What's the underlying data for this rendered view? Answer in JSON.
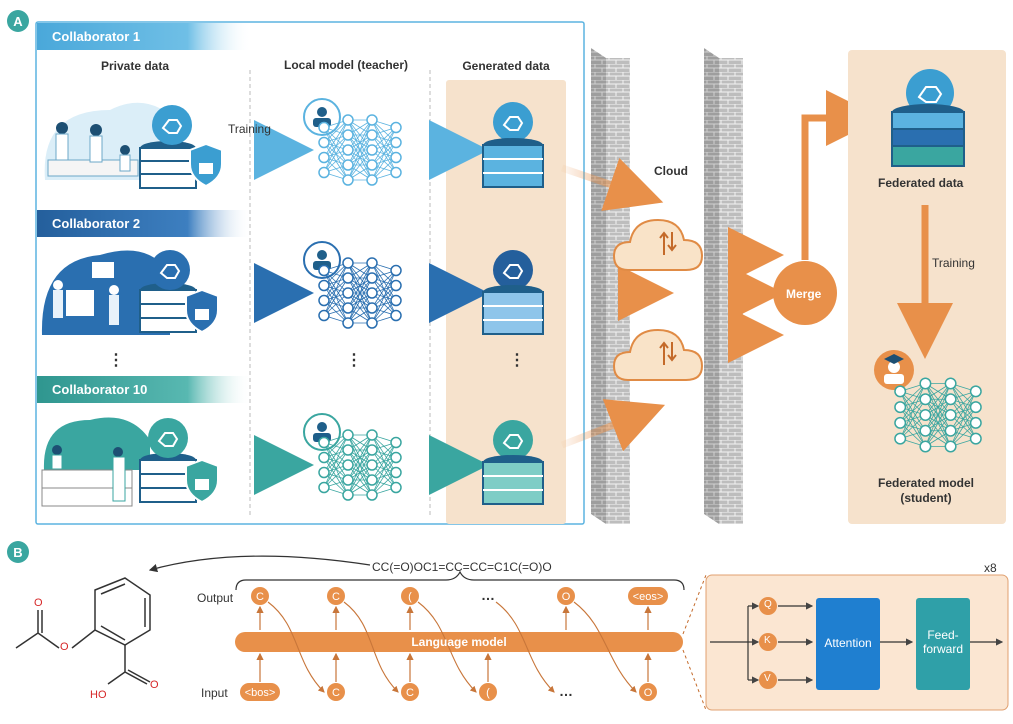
{
  "panel_a": {
    "badge": "A",
    "collaborators": [
      "Collaborator 1",
      "Collaborator 2",
      "Collaborator 10"
    ],
    "columns": {
      "private_data": "Private data",
      "local_model": "Local model (teacher)",
      "generated_data": "Generated data"
    },
    "training_label": "Training",
    "ellipsis": "⋮",
    "cloud_label": "Cloud",
    "merge_label": "Merge",
    "federated_data_label": "Federated data",
    "training_label_right": "Training",
    "federated_model_label_line1": "Federated model",
    "federated_model_label_line2": "(student)",
    "colors": {
      "collab1": "#5bb3e0",
      "collab2": "#2a6fb0",
      "collab10": "#3aa6a0",
      "orange": "#e8904a",
      "beige": "#f6e2cc"
    }
  },
  "panel_b": {
    "badge": "B",
    "smiles": "CC(=O)OC1=CC=CC=C1C(=O)O",
    "output_label": "Output",
    "input_label": "Input",
    "output_tokens": [
      "C",
      "C",
      "(",
      "…",
      "O",
      "<eos>"
    ],
    "input_tokens": [
      "<bos>",
      "C",
      "C",
      "(",
      "…",
      "O"
    ],
    "language_model_label": "Language model",
    "repeat_label": "x8",
    "qkv": [
      "Q",
      "K",
      "V"
    ],
    "attention_label": "Attention",
    "feed_forward_label": "Feed-\nforward",
    "molecule_atoms": {
      "o_ester": "O",
      "o_carbonyl": "O",
      "o_acid": "O",
      "ho": "HO"
    }
  }
}
